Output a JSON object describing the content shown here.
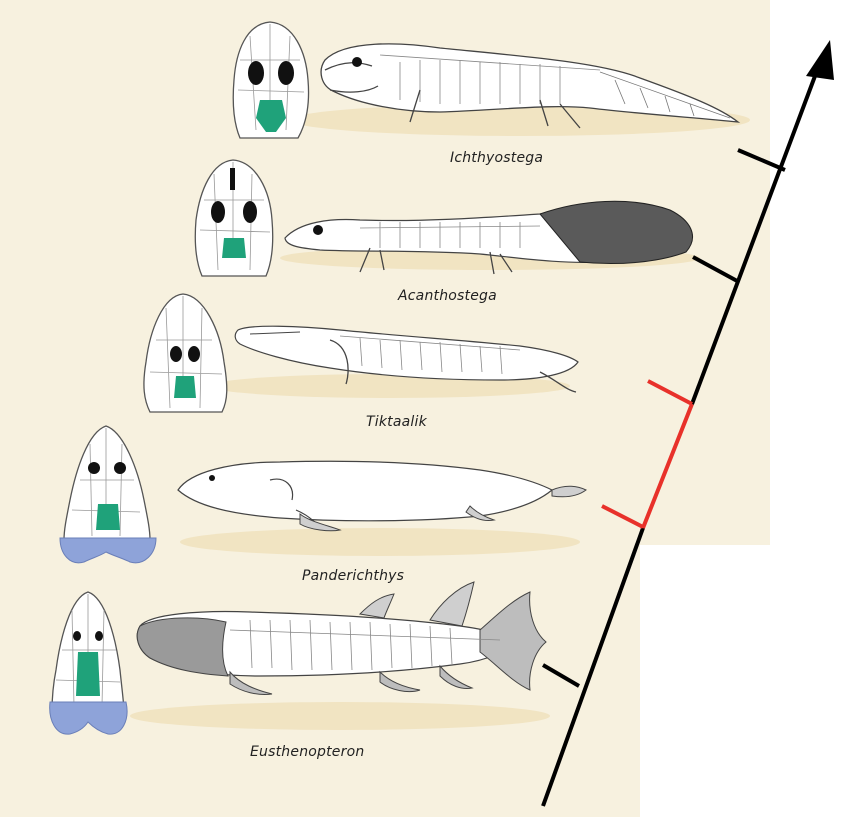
{
  "taxa": [
    {
      "name": "Ichthyostega"
    },
    {
      "name": "Acanthostega"
    },
    {
      "name": "Tiktaalik"
    },
    {
      "name": "Panderichthys"
    },
    {
      "name": "Eusthenopteron"
    }
  ],
  "colors": {
    "background": "#f7f1df",
    "shadow": "#f1e4c2",
    "axis": "#000000",
    "highlight_branch": "#e8312a",
    "skull_green": "#1fa27a",
    "skull_blue": "#8ea3d9",
    "outline": "#555555"
  },
  "icons": {
    "skull": "skull-dorsal-view-icon",
    "fossil": "fossil-skeleton-icon",
    "arrow": "arrow-head-icon"
  }
}
